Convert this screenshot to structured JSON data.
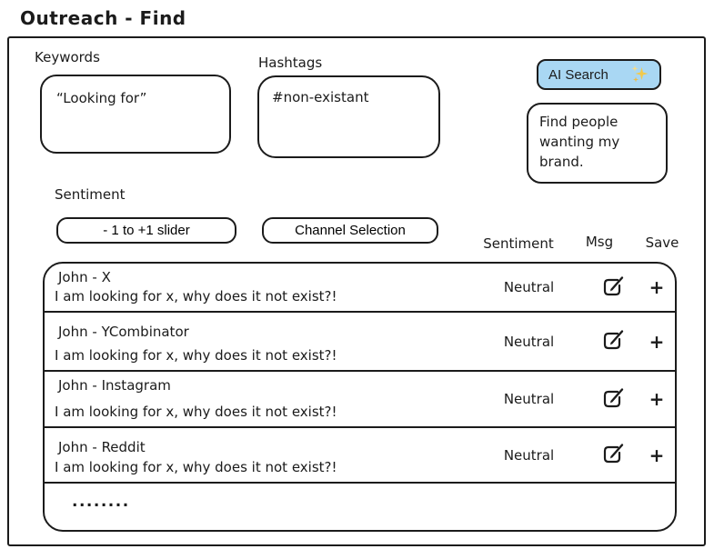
{
  "title": "Outreach - Find",
  "colors": {
    "ink": "#1b1b1b",
    "ai_button_bg": "#a9d7f3",
    "sparkle_gold": "#f2c94c"
  },
  "filters": {
    "keywords_label": "Keywords",
    "keywords_value": "“Looking for”",
    "hashtags_label": "Hashtags",
    "hashtags_value": "#non-existant",
    "sentiment_label": "Sentiment",
    "sentiment_slider_label": "- 1 to +1 slider",
    "channel_selection_label": "Channel Selection"
  },
  "ai_search": {
    "button_label": "AI Search",
    "icon": "sparkles-icon",
    "prompt_text": "Find people wanting my brand."
  },
  "results": {
    "headers": {
      "sentiment": "Sentiment",
      "msg": "Msg",
      "save": "Save"
    },
    "rows": [
      {
        "name": "John - X",
        "message": "I am looking for x, why does it not exist?!",
        "sentiment": "Neutral",
        "save_label": "+"
      },
      {
        "name": "John - YCombinator",
        "message": "I am looking for x, why does it not exist?!",
        "sentiment": "Neutral",
        "save_label": "+"
      },
      {
        "name": "John - Instagram",
        "message": "I am looking for x, why does it not exist?!",
        "sentiment": "Neutral",
        "save_label": "+"
      },
      {
        "name": "John - Reddit",
        "message": "I am looking for x, why does it not exist?!",
        "sentiment": "Neutral",
        "save_label": "+"
      }
    ],
    "more_indicator": "........"
  }
}
